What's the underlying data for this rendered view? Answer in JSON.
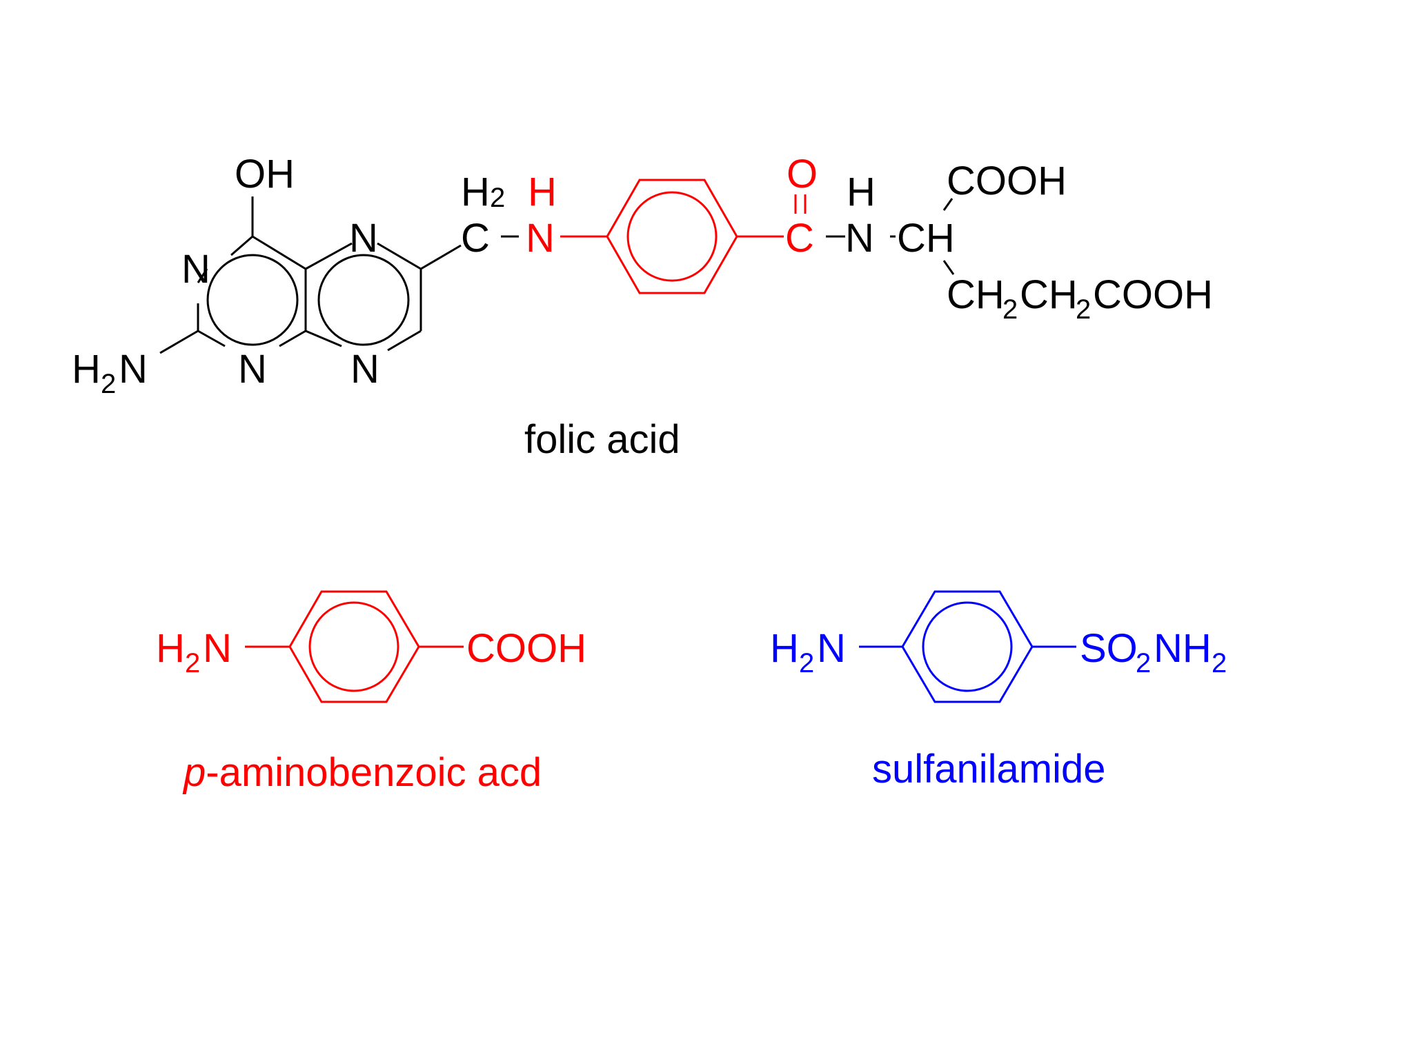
{
  "colors": {
    "black": "#000000",
    "red": "#ff0000",
    "blue": "#0000ff"
  },
  "folic_acid": {
    "caption": "folic acid",
    "atoms": {
      "oh": "OH",
      "n_ring_left": "N",
      "n_ring_bottom": "N",
      "n_top_right": "N",
      "n_bottom_right": "N",
      "h2n_h": "H",
      "h2n_sub": "2",
      "h2n_n": "N",
      "ch2_h": "H",
      "ch2_sub": "2",
      "ch2_c": "C",
      "nh_h": "H",
      "nh_n": "N",
      "carbonyl_o": "O",
      "carbonyl_c": "C",
      "amide_h": "H",
      "amide_n": "N",
      "ch": "CH",
      "cooh_top": "COOH",
      "chain_ch": "CH",
      "chain_sub1": "2",
      "chain_ch2": "CH",
      "chain_sub2": "2",
      "chain_cooh": "COOH"
    }
  },
  "paba": {
    "caption_italic": "p",
    "caption_rest": "-aminobenzoic acd",
    "h": "H",
    "sub": "2",
    "n": "N",
    "cooh": "COOH"
  },
  "sulfanilamide": {
    "caption": "sulfanilamide",
    "h": "H",
    "sub": "2",
    "n": "N",
    "so": "SO",
    "sub1": "2",
    "nh": "NH",
    "sub2": "2"
  }
}
